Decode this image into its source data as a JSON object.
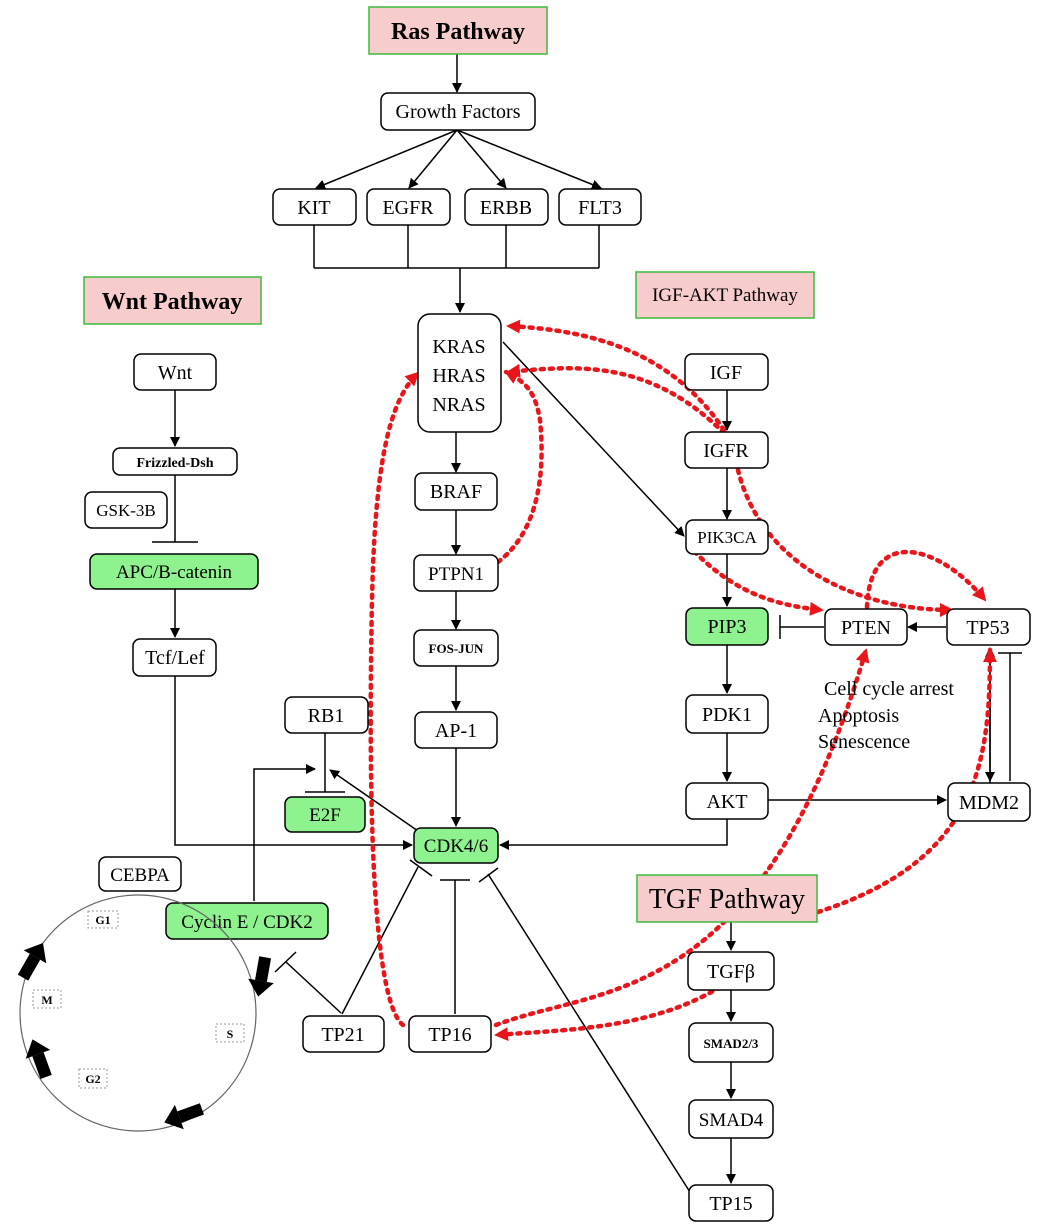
{
  "pathways": {
    "ras": "Ras Pathway",
    "wnt": "Wnt Pathway",
    "igf_akt": "IGF-AKT Pathway",
    "tgf": "TGF Pathway"
  },
  "nodes": {
    "growth_factors": "Growth Factors",
    "kit": "KIT",
    "egfr": "EGFR",
    "erbb": "ERBB",
    "flt3": "FLT3",
    "kras": "KRAS",
    "hras": "HRAS",
    "nras": "NRAS",
    "braf": "BRAF",
    "ptpn1": "PTPN1",
    "fos_jun": "FOS-JUN",
    "ap1": "AP-1",
    "cdk46": "CDK4/6",
    "wnt": "Wnt",
    "frizzled": "Frizzled-Dsh",
    "gsk3b": "GSK-3B",
    "apc": "APC/B-catenin",
    "tcf": "Tcf/Lef",
    "rb1": "RB1",
    "e2f": "E2F",
    "cebpa": "CEBPA",
    "cyclin": "Cyclin E / CDK2",
    "tp21": "TP21",
    "tp16": "TP16",
    "igf": "IGF",
    "igfr": "IGFR",
    "pik3ca": "PIK3CA",
    "pip3": "PIP3",
    "pten": "PTEN",
    "tp53": "TP53",
    "pdk1": "PDK1",
    "akt": "AKT",
    "mdm2": "MDM2",
    "tgfb": "TGFβ",
    "smad23": "SMAD2/3",
    "smad4": "SMAD4",
    "tp15": "TP15"
  },
  "outcomes": [
    "Cell cycle arrest",
    "Apoptosis",
    "Senescence"
  ],
  "cell_cycle": {
    "g1": "G1",
    "s": "S",
    "g2": "G2",
    "m": "M"
  },
  "colors": {
    "pathway_fill": "#f7cccc",
    "pathway_border": "#3dbb3d",
    "active_fill": "#8ef28e",
    "dotted_red": "#e8161b"
  }
}
